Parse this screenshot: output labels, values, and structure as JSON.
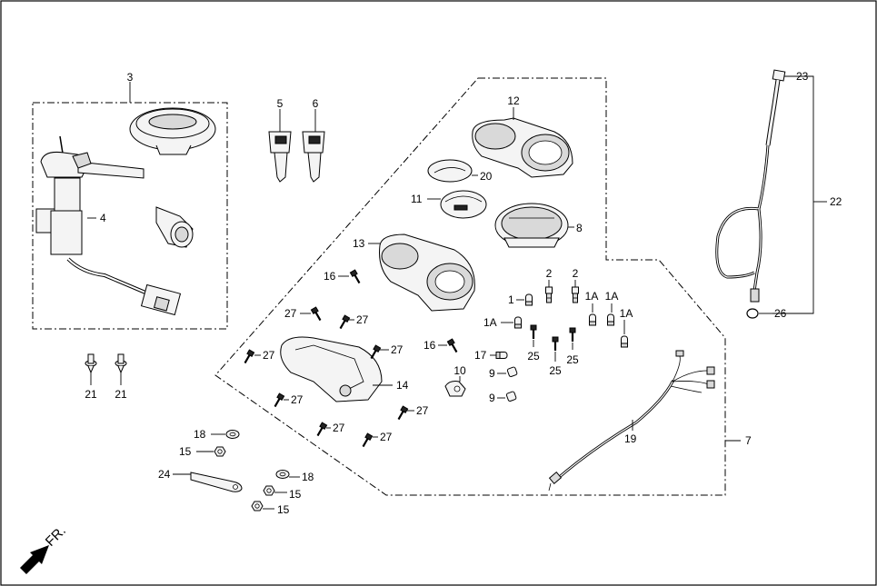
{
  "callouts": {
    "c3": "3",
    "c4": "4",
    "c5": "5",
    "c6": "6",
    "c7": "7",
    "c8": "8",
    "c9a": "9",
    "c9b": "9",
    "c10": "10",
    "c11": "11",
    "c12": "12",
    "c13": "13",
    "c14": "14",
    "c15a": "15",
    "c15b": "15",
    "c15c": "15",
    "c16a": "16",
    "c16b": "16",
    "c17": "17",
    "c18a": "18",
    "c18b": "18",
    "c19": "19",
    "c20": "20",
    "c21a": "21",
    "c21b": "21",
    "c22": "22",
    "c23": "23",
    "c24": "24",
    "c25a": "25",
    "c25b": "25",
    "c25c": "25",
    "c26": "26",
    "c27a": "27",
    "c27b": "27",
    "c27c": "27",
    "c27d": "27",
    "c27e": "27",
    "c27f": "27",
    "c27g": "27",
    "c27h": "27",
    "c1": "1",
    "c1Aa": "1A",
    "c1Ab": "1A",
    "c1Ac": "1A",
    "c1Ad": "1A",
    "c2a": "2",
    "c2b": "2"
  },
  "direction_label": "FR."
}
